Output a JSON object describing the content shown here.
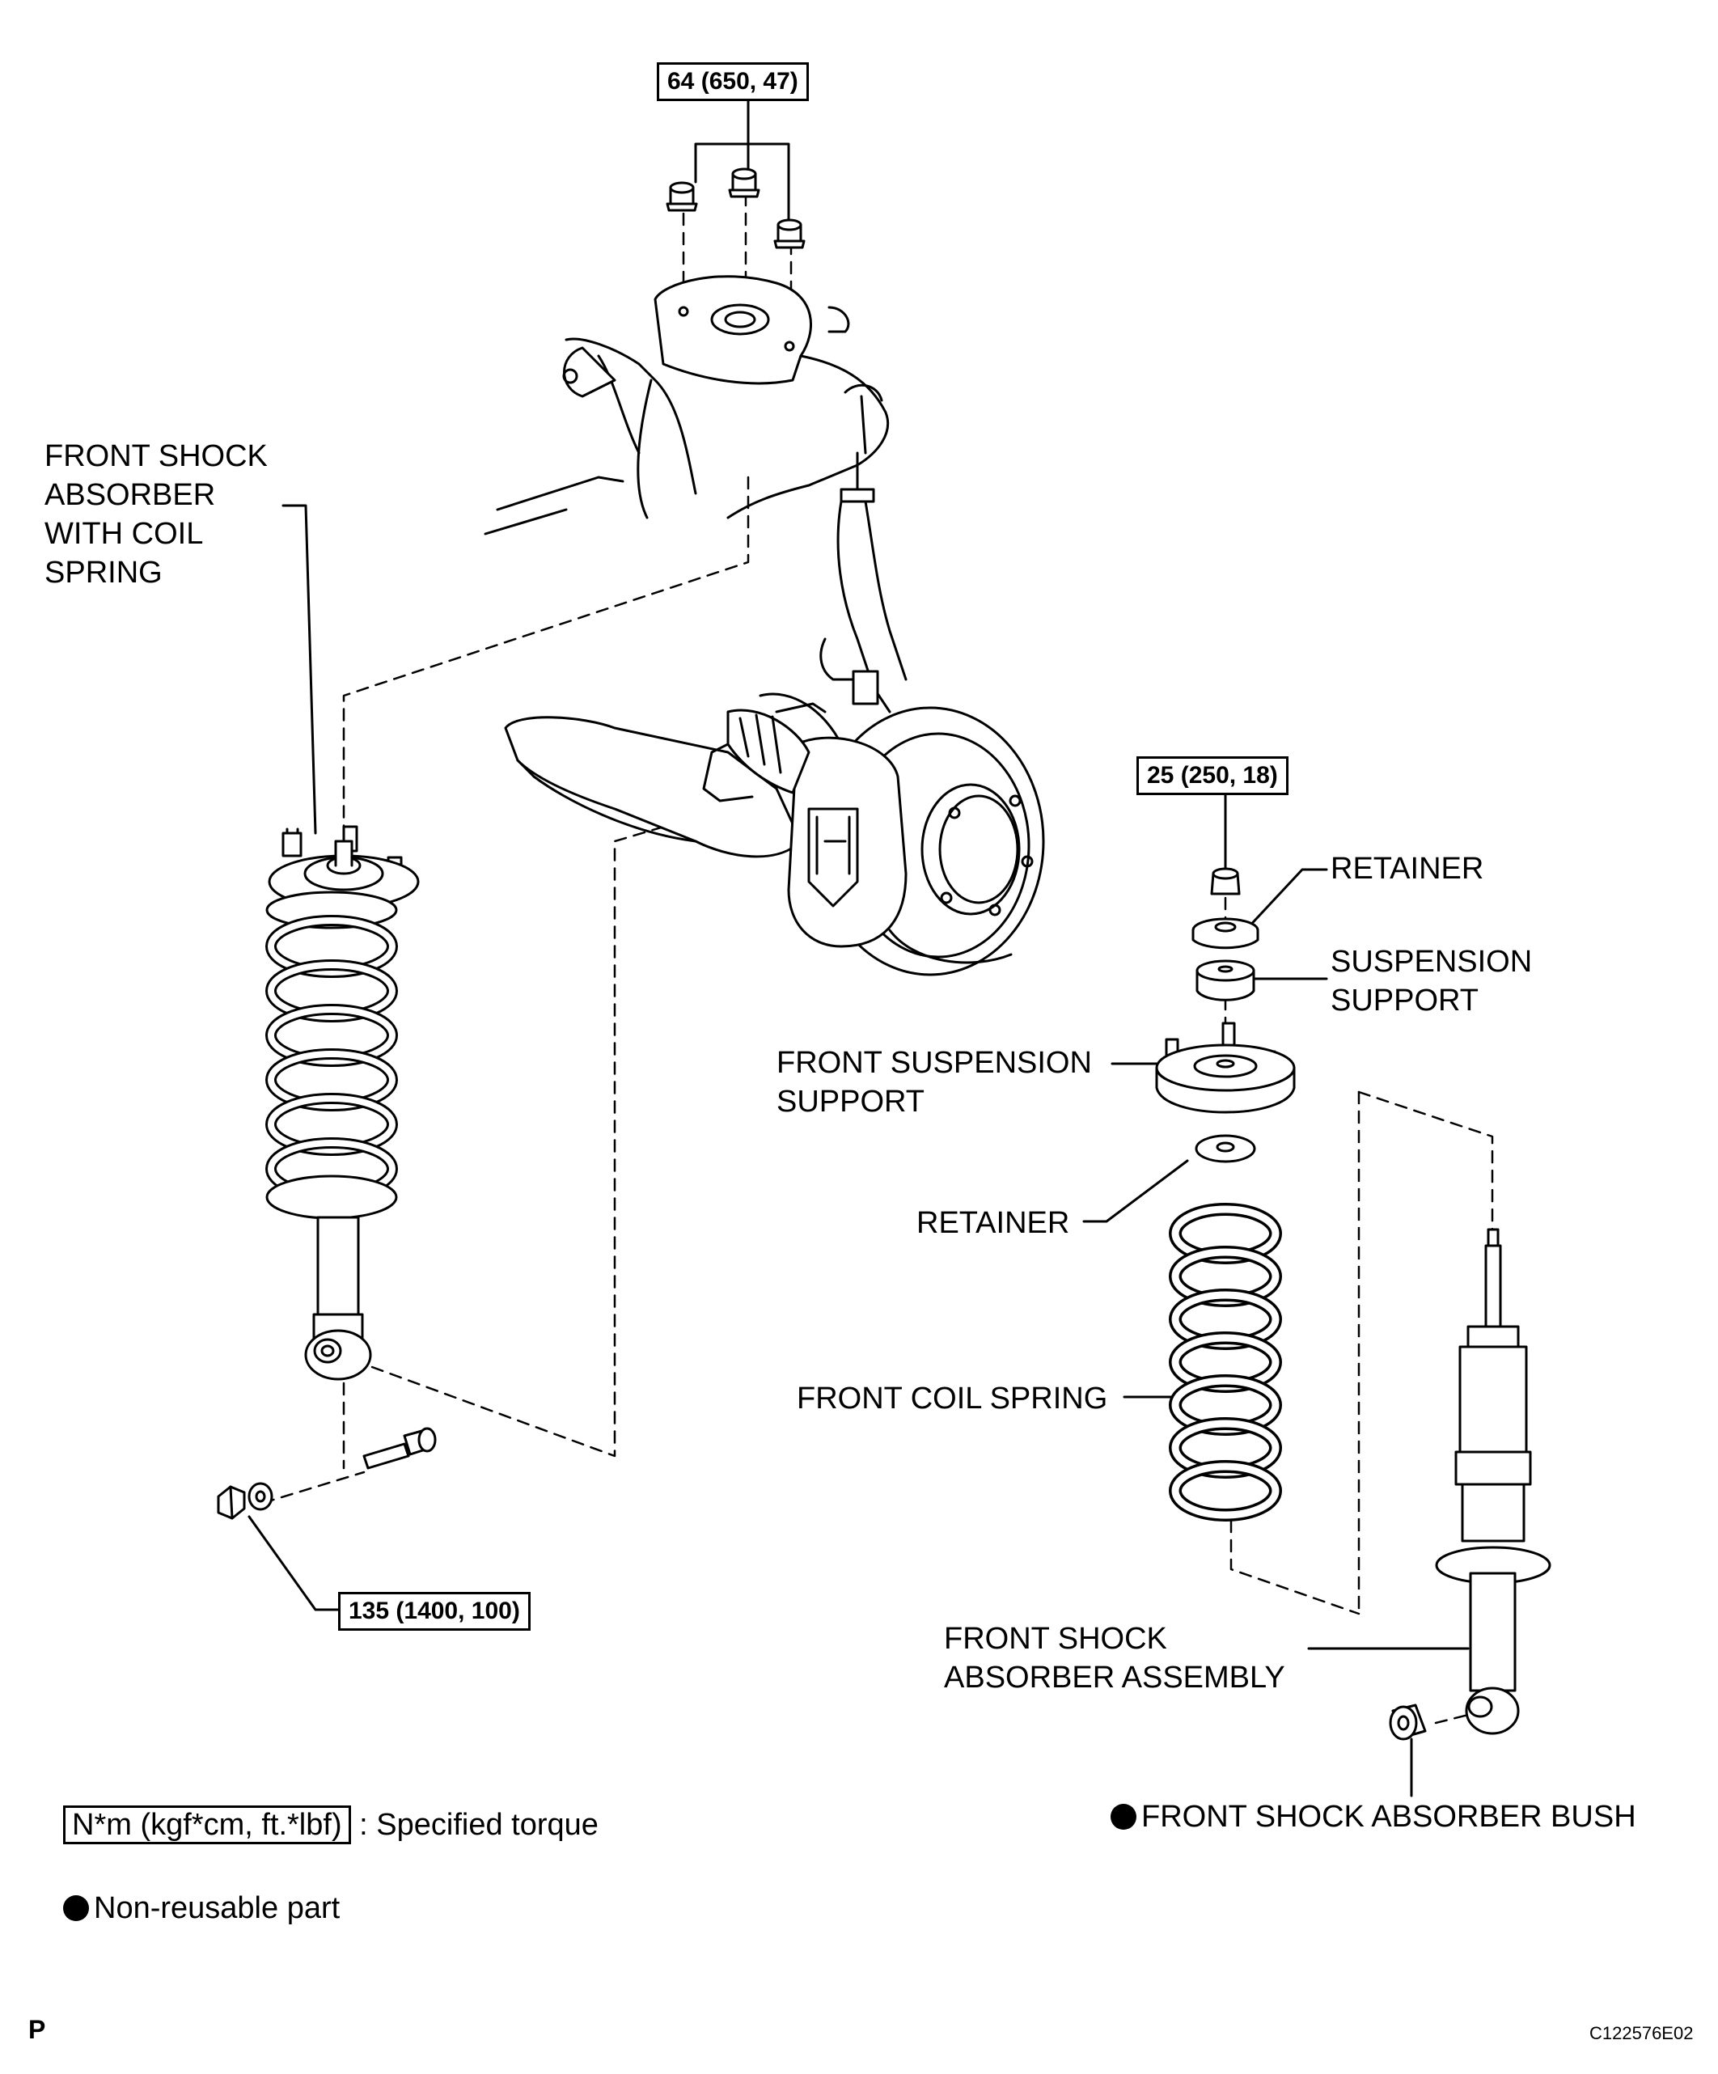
{
  "torque_specs": {
    "top_nuts": "64 (650, 47)",
    "upper_nut": "25 (250, 18)",
    "lower_bolt": "135 (1400, 100)"
  },
  "labels": {
    "shock_with_spring": [
      "FRONT SHOCK",
      "ABSORBER",
      "WITH COIL",
      "SPRING"
    ],
    "retainer_upper": "RETAINER",
    "suspension_support": [
      "SUSPENSION",
      "SUPPORT"
    ],
    "front_suspension_support": [
      "FRONT SUSPENSION",
      "SUPPORT"
    ],
    "retainer_lower": "RETAINER",
    "front_coil_spring": "FRONT COIL SPRING",
    "front_shock_assembly": [
      "FRONT SHOCK",
      "ABSORBER ASSEMBLY"
    ],
    "shock_bush": "FRONT SHOCK ABSORBER BUSH"
  },
  "legend": {
    "torque_unit": "N*m (kgf*cm, ft.*lbf)",
    "torque_desc": ": Specified torque",
    "non_reusable": "Non-reusable part"
  },
  "footer": {
    "left_code": "P",
    "figure_id": "C122576E02"
  },
  "colors": {
    "ink": "#000000",
    "paper": "#ffffff"
  }
}
